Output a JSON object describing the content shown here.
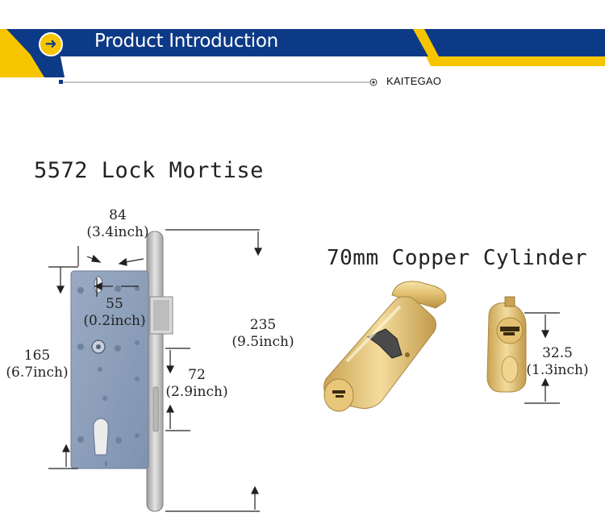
{
  "header": {
    "title": "Product Introduction",
    "brand": "KAITEGAO",
    "arrow_icon": "arrow-right-icon",
    "colors": {
      "navy": "#0d3a87",
      "yellow": "#f6c500",
      "white": "#ffffff"
    }
  },
  "mortise": {
    "title": "5572 Lock Mortise",
    "dims": {
      "width": {
        "value": "84",
        "inch": "(3.4inch)"
      },
      "backset": {
        "value": "55",
        "inch": "(0.2inch)"
      },
      "faceplate": {
        "value": "235",
        "inch": "(9.5inch)"
      },
      "body": {
        "value": "165",
        "inch": "(6.7inch)"
      },
      "center": {
        "value": "72",
        "inch": "(2.9inch)"
      }
    },
    "colors": {
      "body": "#8fa2bd",
      "steel": "#c9c9c9"
    }
  },
  "cylinder": {
    "title": "70mm Copper Cylinder",
    "dims": {
      "height": {
        "value": "32.5",
        "inch": "(1.3inch)"
      }
    },
    "colors": {
      "brass": "#e8c77a"
    }
  }
}
